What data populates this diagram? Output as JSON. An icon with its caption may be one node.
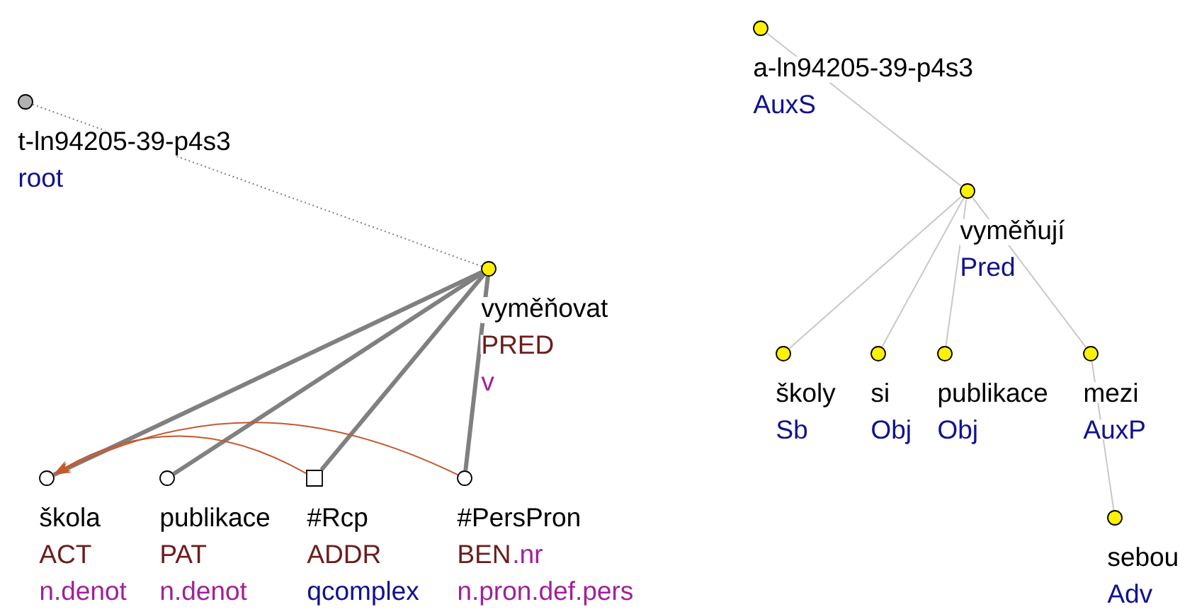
{
  "diagram": {
    "nodes": [
      {
        "text": [],
        "shape": "circle",
        "beside": [
          "t-ln94205-39-p4s3",
          "root"
        ]
      },
      {
        "text": [],
        "shape": "circle",
        "beside": [
          "vyměňovat",
          "PRED",
          "v"
        ]
      },
      {
        "text": [],
        "shape": "circle",
        "beside": [
          "škola",
          "ACT",
          "n.denot"
        ]
      },
      {
        "text": [],
        "shape": "circle",
        "beside": [
          "publikace",
          "PAT",
          "n.denot"
        ]
      },
      {
        "text": [],
        "shape": "box",
        "beside": [
          "#Rcp",
          "ADDR",
          "qcomplex"
        ]
      },
      {
        "text": [],
        "shape": "circle",
        "beside": [
          "#PersPron",
          "BEN",
          ".nr",
          "n.pron.def.pers"
        ]
      },
      {
        "text": [],
        "shape": "circle",
        "beside": [
          "a-ln94205-39-p4s3",
          "AuxS"
        ]
      },
      {
        "text": [],
        "shape": "circle",
        "beside": [
          "vyměňují",
          "Pred"
        ]
      },
      {
        "text": [],
        "shape": "circle",
        "beside": [
          "školy",
          "Sb"
        ]
      },
      {
        "text": [],
        "shape": "circle",
        "beside": [
          "si",
          "Obj"
        ]
      },
      {
        "text": [],
        "shape": "circle",
        "beside": [
          "publikace",
          "Obj"
        ]
      },
      {
        "text": [],
        "shape": "circle",
        "beside": [
          "mezi",
          "AuxP"
        ]
      },
      {
        "text": [],
        "shape": "circle",
        "beside": [
          "sebou",
          "Adv"
        ]
      }
    ],
    "edges": [
      {
        "from": 0,
        "to": 1,
        "arrow": "none",
        "style": "dashed",
        "color": "#808080"
      },
      {
        "from": 1,
        "to": 2,
        "arrow": "none",
        "style": "thick",
        "color": "#808080"
      },
      {
        "from": 1,
        "to": 3,
        "arrow": "none",
        "style": "thick",
        "color": "#808080"
      },
      {
        "from": 1,
        "to": 4,
        "arrow": "none",
        "style": "thick",
        "color": "#808080"
      },
      {
        "from": 1,
        "to": 5,
        "arrow": "none",
        "style": "thick",
        "color": "#808080"
      },
      {
        "from": 4,
        "to": 2,
        "arrow": "to",
        "color": "#c4582f"
      },
      {
        "from": 5,
        "to": 2,
        "arrow": "to",
        "color": "#c4582f"
      },
      {
        "from": 6,
        "to": 7,
        "arrow": "none"
      },
      {
        "from": 7,
        "to": 8,
        "arrow": "none"
      },
      {
        "from": 7,
        "to": 9,
        "arrow": "none"
      },
      {
        "from": 7,
        "to": 10,
        "arrow": "none"
      },
      {
        "from": 7,
        "to": 11,
        "arrow": "none"
      },
      {
        "from": 11,
        "to": 12,
        "arrow": "none"
      }
    ]
  }
}
